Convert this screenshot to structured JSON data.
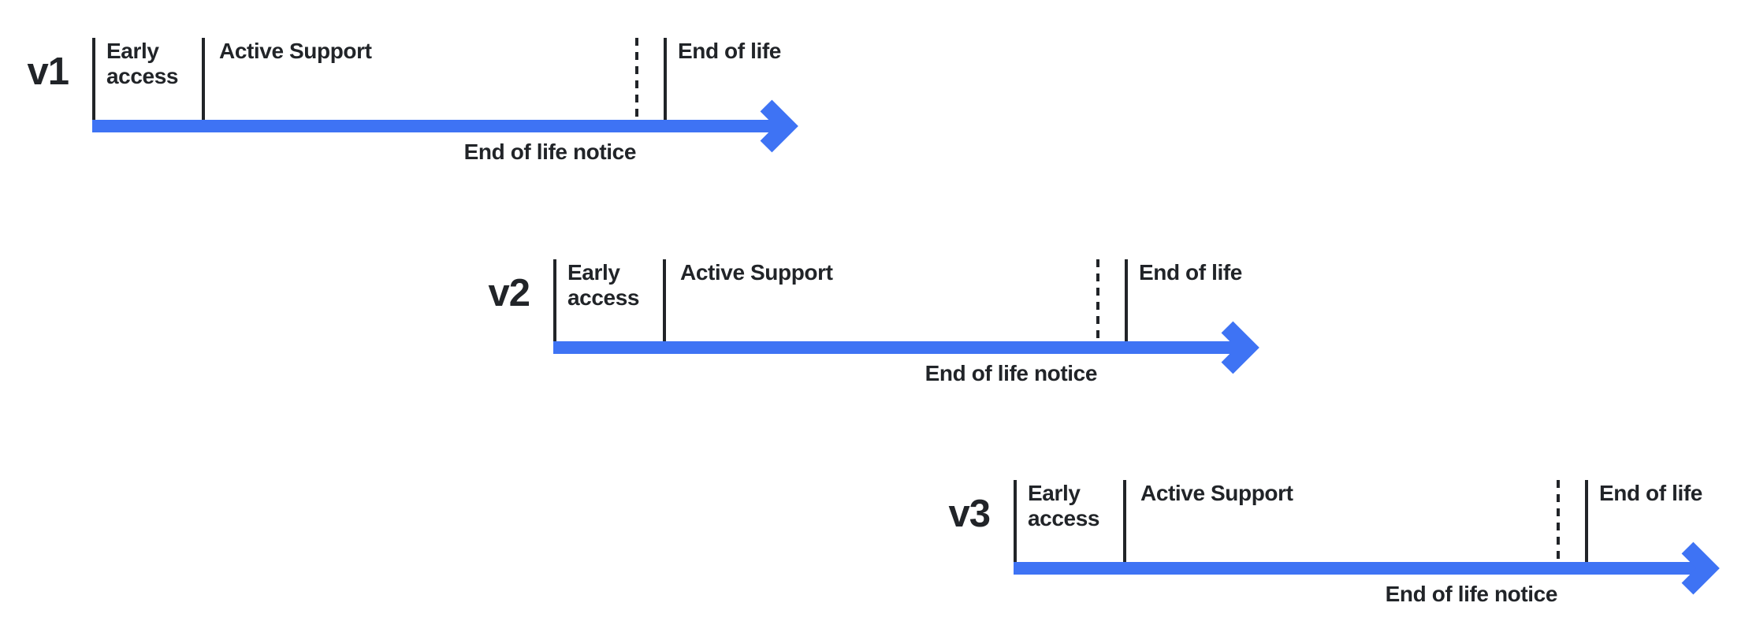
{
  "diagram": {
    "type": "release-lifecycle-timelines",
    "colors": {
      "arrow": "#3e73f4",
      "ink": "#212428"
    },
    "labels": {
      "early_access": "Early access",
      "active_support": "Active Support",
      "end_of_life": "End of life",
      "end_of_life_notice": "End of life notice"
    },
    "timelines": [
      {
        "version": "v1"
      },
      {
        "version": "v2"
      },
      {
        "version": "v3"
      }
    ]
  }
}
